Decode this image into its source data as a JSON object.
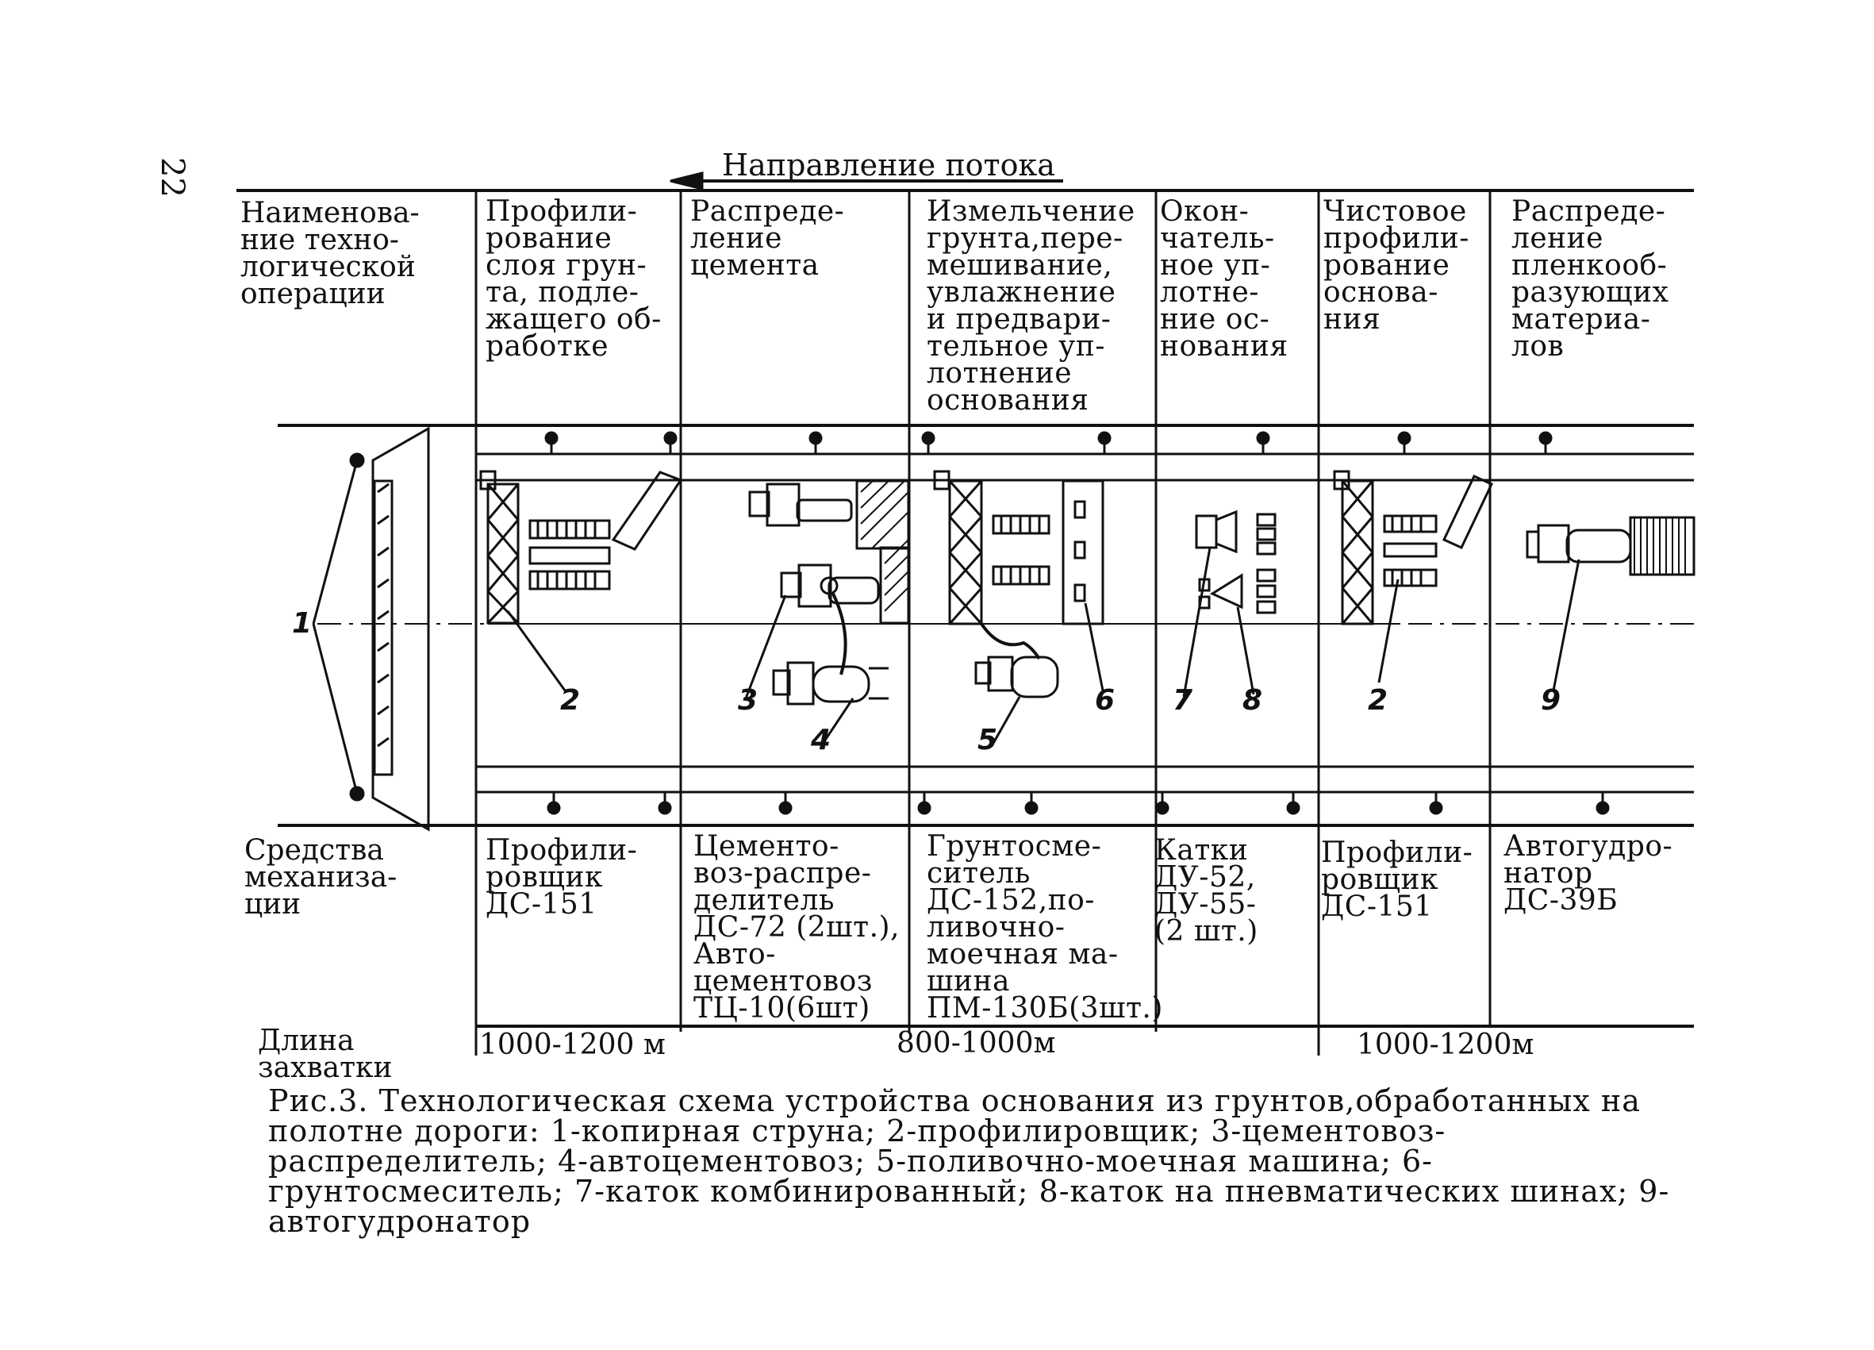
{
  "page_number": "22",
  "flow_direction": "Направление потока",
  "row_headers": {
    "operation": "Наименова-\nние техно-\nлогической\nоперации",
    "mechanization": "Средства\nмеханиза-\nции",
    "length": "Длина\nзахватки"
  },
  "operations": [
    "Профили-\nрование\nслоя грун-\nта, подле-\nжащего об-\nработке",
    "Распреде-\nление\nцемента",
    "Измельчение\nгрунта,пере-\nмешивание,\nувлажнение\nи предвари-\nтельное уп-\nлотнение\nоснования",
    "Окон-\nчатель-\nное уп-\nлотне-\nние ос-\nнования",
    "Чистовое\nпрофили-\nрование\nоснова-\nния",
    "Распреде-\nление\nпленкооб-\nразующих\nматериа-\nлов"
  ],
  "mechanization": [
    "Профили-\nровщик\nДС-151",
    "Цементо-\nвоз-распре-\nделитель\nДС-72 (2шт.),\nАвто-\nцементовоз\nТЦ-10(6шт)",
    "Грунтосме-\nситель\nДС-152,по-\nливочно-\nмоечная ма-\nшина\nПМ-130Б(3шт.)",
    "Катки\nДУ-52,\nДУ-55-\n(2 шт.)",
    "Профили-\nровщик\nДС-151",
    "Автогудро-\nнатор\nДС-39Б"
  ],
  "lengths": [
    "1000-1200 м",
    "800-1000м",
    "1000-1200м"
  ],
  "callouts": [
    "1",
    "2",
    "3",
    "4",
    "5",
    "6",
    "7",
    "8",
    "2",
    "9"
  ],
  "caption": "Рис.3. Технологическая схема устройства основания из грунтов,обработанных на полотне дороги: 1-копирная струна; 2-профилировщик; 3-цементовоз-распределитель; 4-автоцементовоз; 5-поливочно-моечная машина; 6-грунтосмеситель; 7-каток комбинированный; 8-каток на пневматических шинах; 9-автогудронатор"
}
